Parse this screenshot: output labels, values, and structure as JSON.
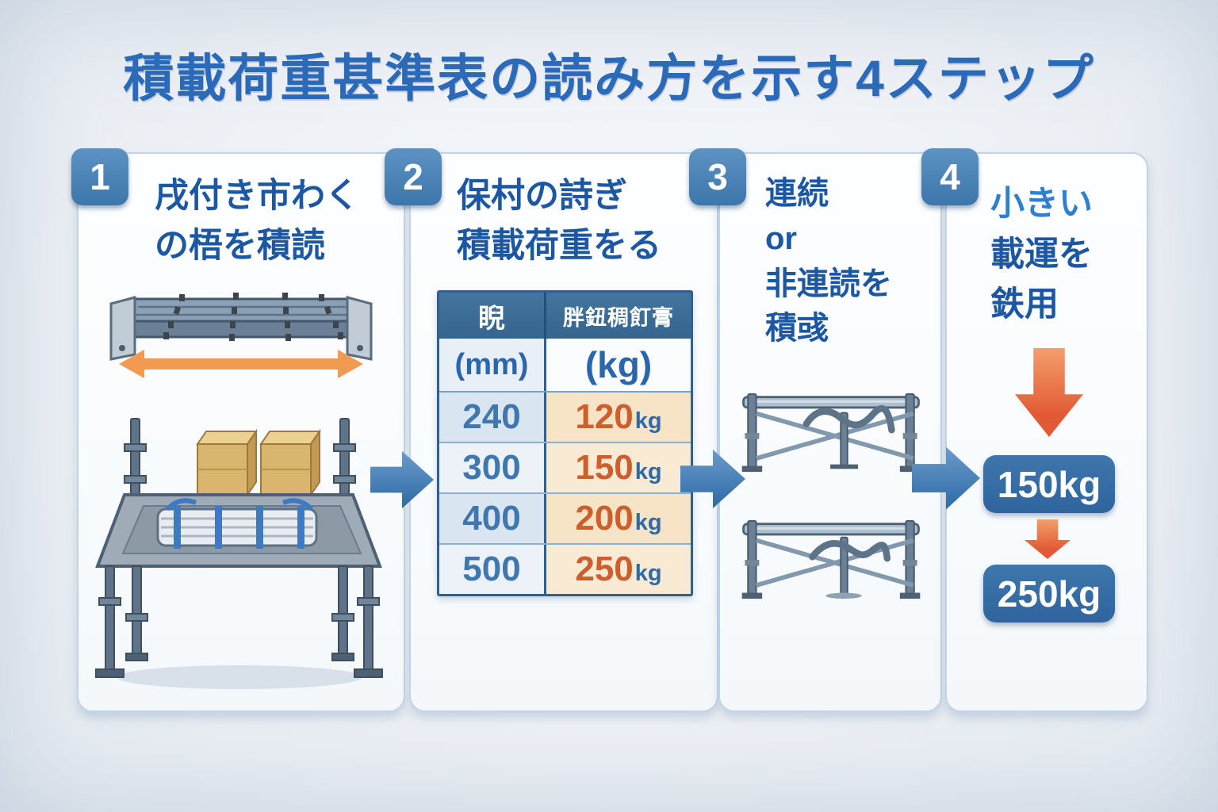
{
  "title": "積載荷重甚準表の読み方を示す4ステップ",
  "steps": [
    {
      "number": "1",
      "heading_lines": [
        "戌付き市わく",
        "の梧を積読"
      ]
    },
    {
      "number": "2",
      "heading_lines": [
        "保村の詩ぎ",
        "積載荷重をる"
      ]
    },
    {
      "number": "3",
      "heading_lines": [
        "連続",
        "or",
        "非連読を",
        "積彧"
      ]
    },
    {
      "number": "4",
      "heading_lines": [
        "小きい",
        "載運を",
        "鉄用"
      ]
    }
  ],
  "table": {
    "col1_header": "睨",
    "col2_header": "胖鈕稠飣膏",
    "col1_unit": "(mm)",
    "col2_unit": "(kg)",
    "rows": [
      {
        "mm": "240",
        "load": "120",
        "unit": "kg"
      },
      {
        "mm": "300",
        "load": "150",
        "unit": "kg"
      },
      {
        "mm": "400",
        "load": "200",
        "unit": "kg"
      },
      {
        "mm": "500",
        "load": "250",
        "unit": "kg"
      }
    ]
  },
  "result": {
    "value_top": "150kg",
    "value_bottom": "250kg"
  },
  "colors": {
    "title_blue": "#2b6ab8",
    "heading_blue": "#1c57a3",
    "highlight_blue": "#2e7ed2",
    "badge_blue": "#4a82b8",
    "table_header_blue": "#3a6a9e",
    "row_blue": "#d9e6f1",
    "row_cream": "#f7e4c6",
    "number_orange": "#cd5f2e",
    "arrow_orange": "#e2603c",
    "arrow_blue": "#3f7ab0"
  }
}
